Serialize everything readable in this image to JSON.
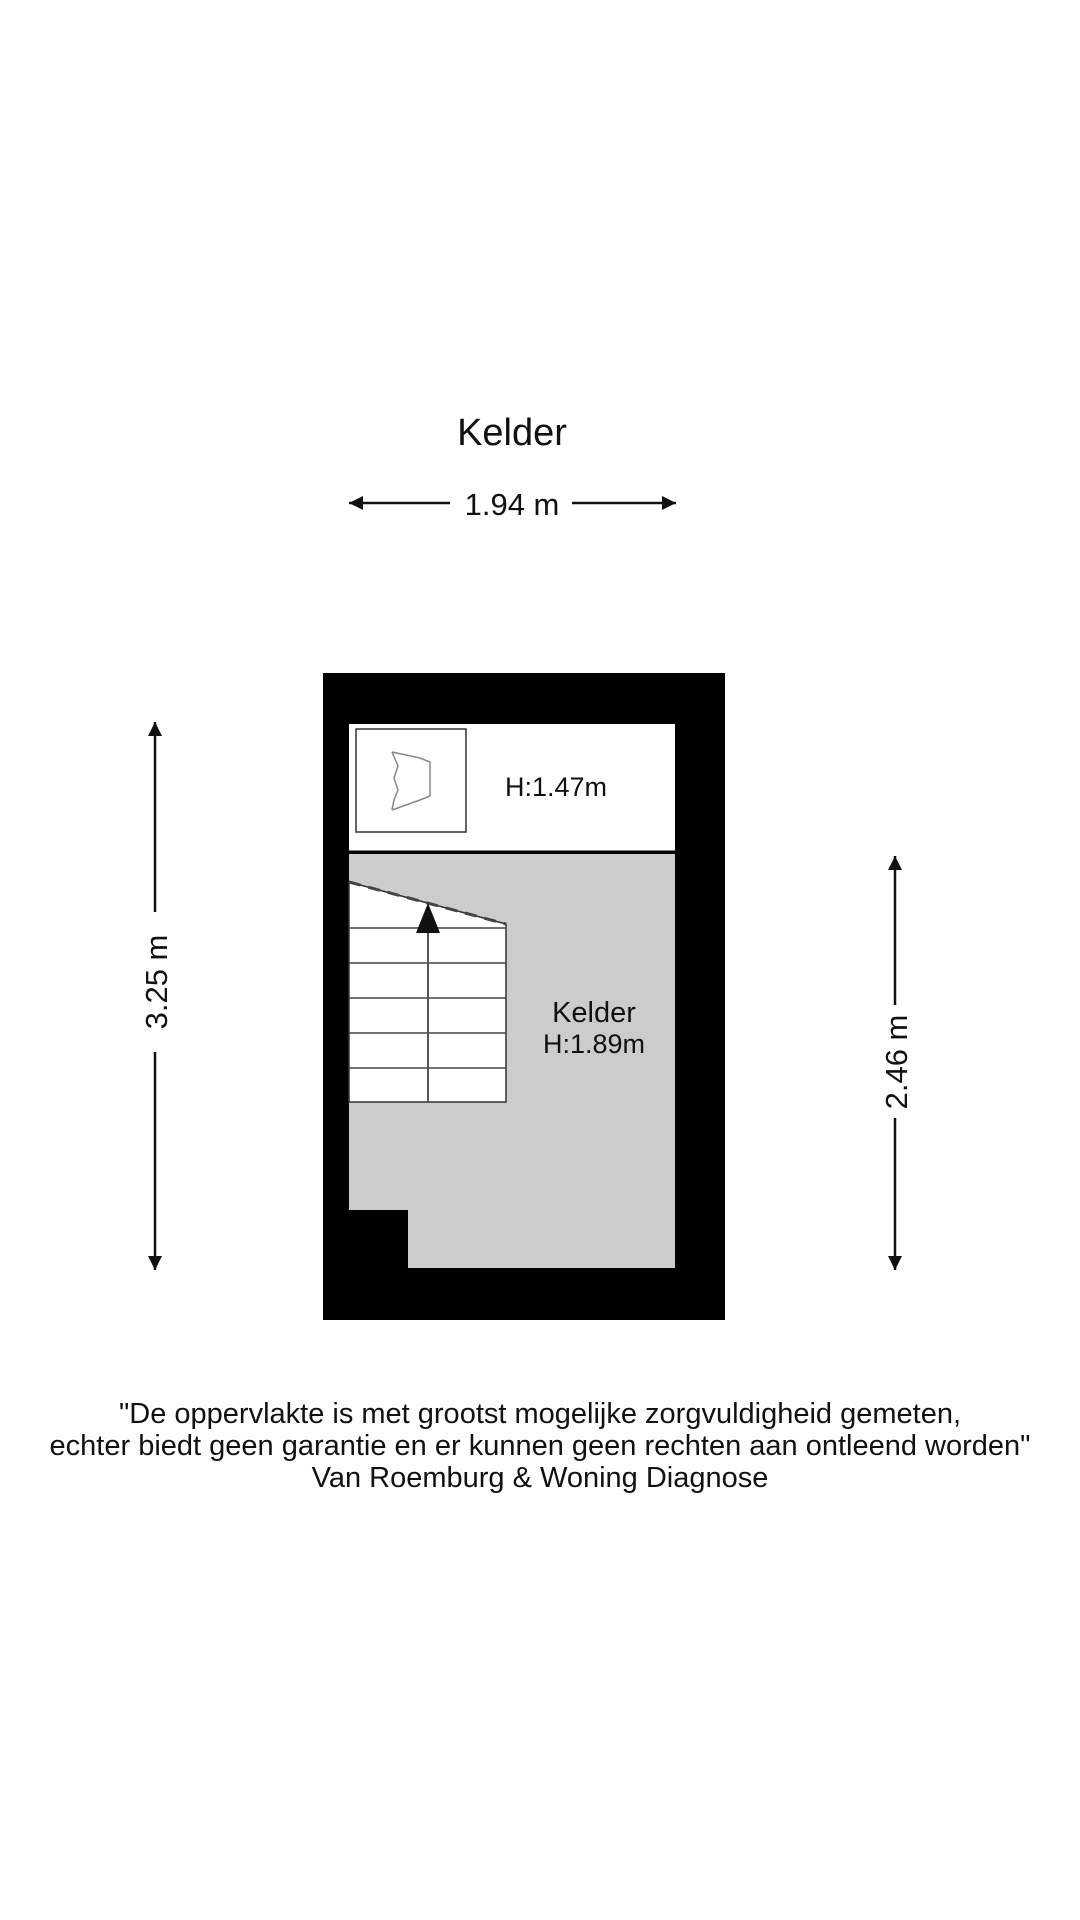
{
  "title": "Kelder",
  "dimensions": {
    "width": "1.94 m",
    "height_left": "3.25 m",
    "height_right": "2.46 m"
  },
  "rooms": [
    {
      "name": "",
      "height": "H:1.47m"
    },
    {
      "name": "Kelder",
      "height": "H:1.89m"
    }
  ],
  "disclaimer": {
    "line1": "\"De oppervlakte is met grootst mogelijke zorgvuldigheid gemeten,",
    "line2": "echter biedt geen garantie en er kunnen geen rechten aan ontleend worden\"",
    "line3": "Van Roemburg & Woning Diagnose"
  },
  "colors": {
    "wall": "#000000",
    "room_fill": "#cccccc",
    "background": "#ffffff"
  }
}
